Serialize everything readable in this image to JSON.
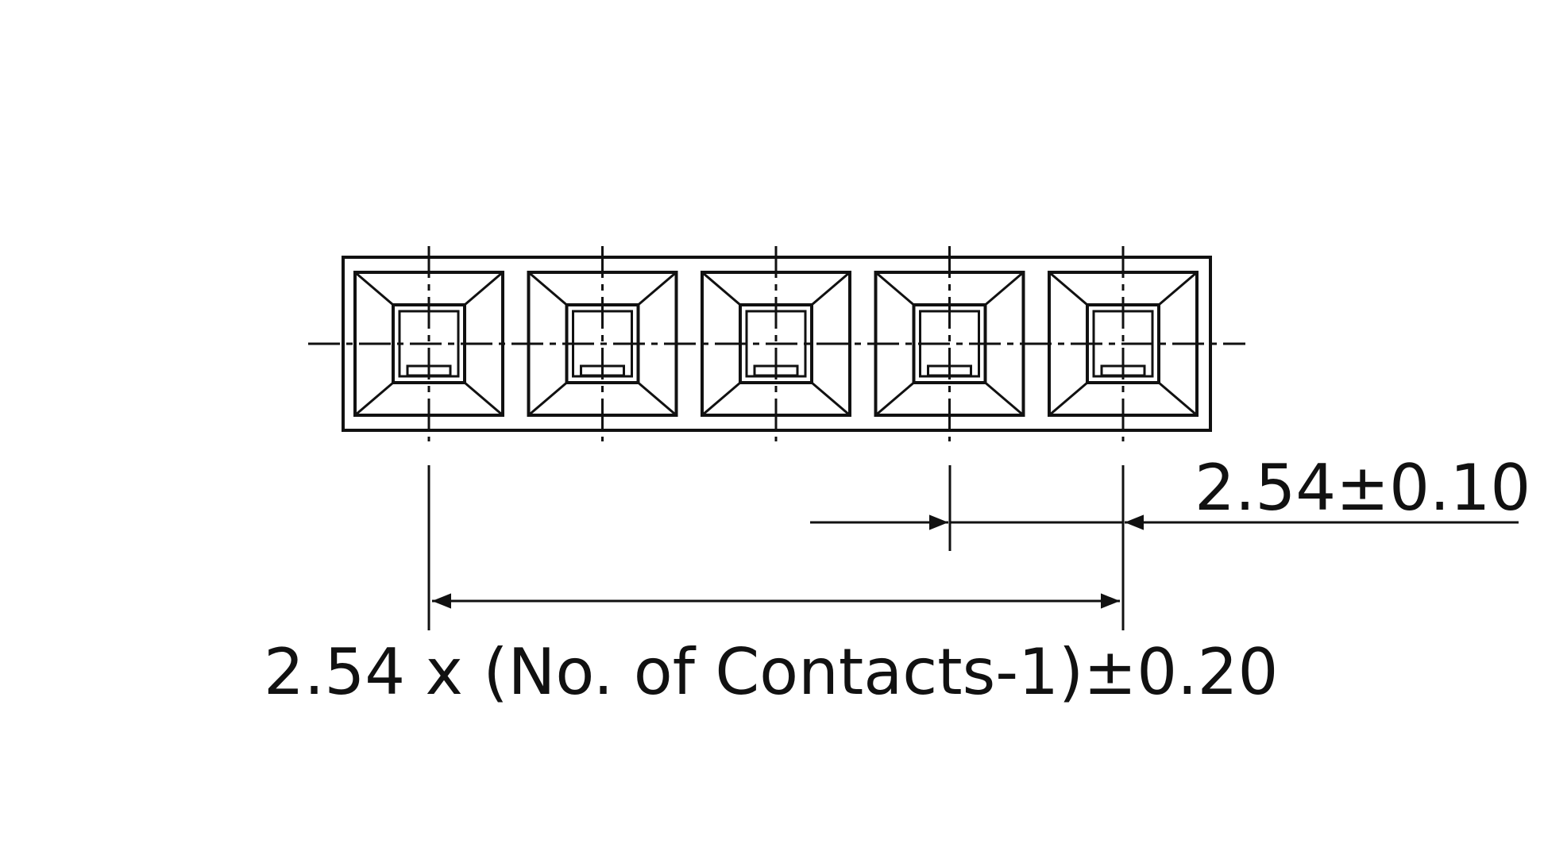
{
  "drawing": {
    "contacts_shown": 5,
    "line_color": "#111111",
    "background_color": "#ffffff"
  },
  "dimensions": {
    "pitch_label": "2.54±0.10",
    "overall_label": "2.54 x (No. of Contacts-1)±0.20"
  }
}
